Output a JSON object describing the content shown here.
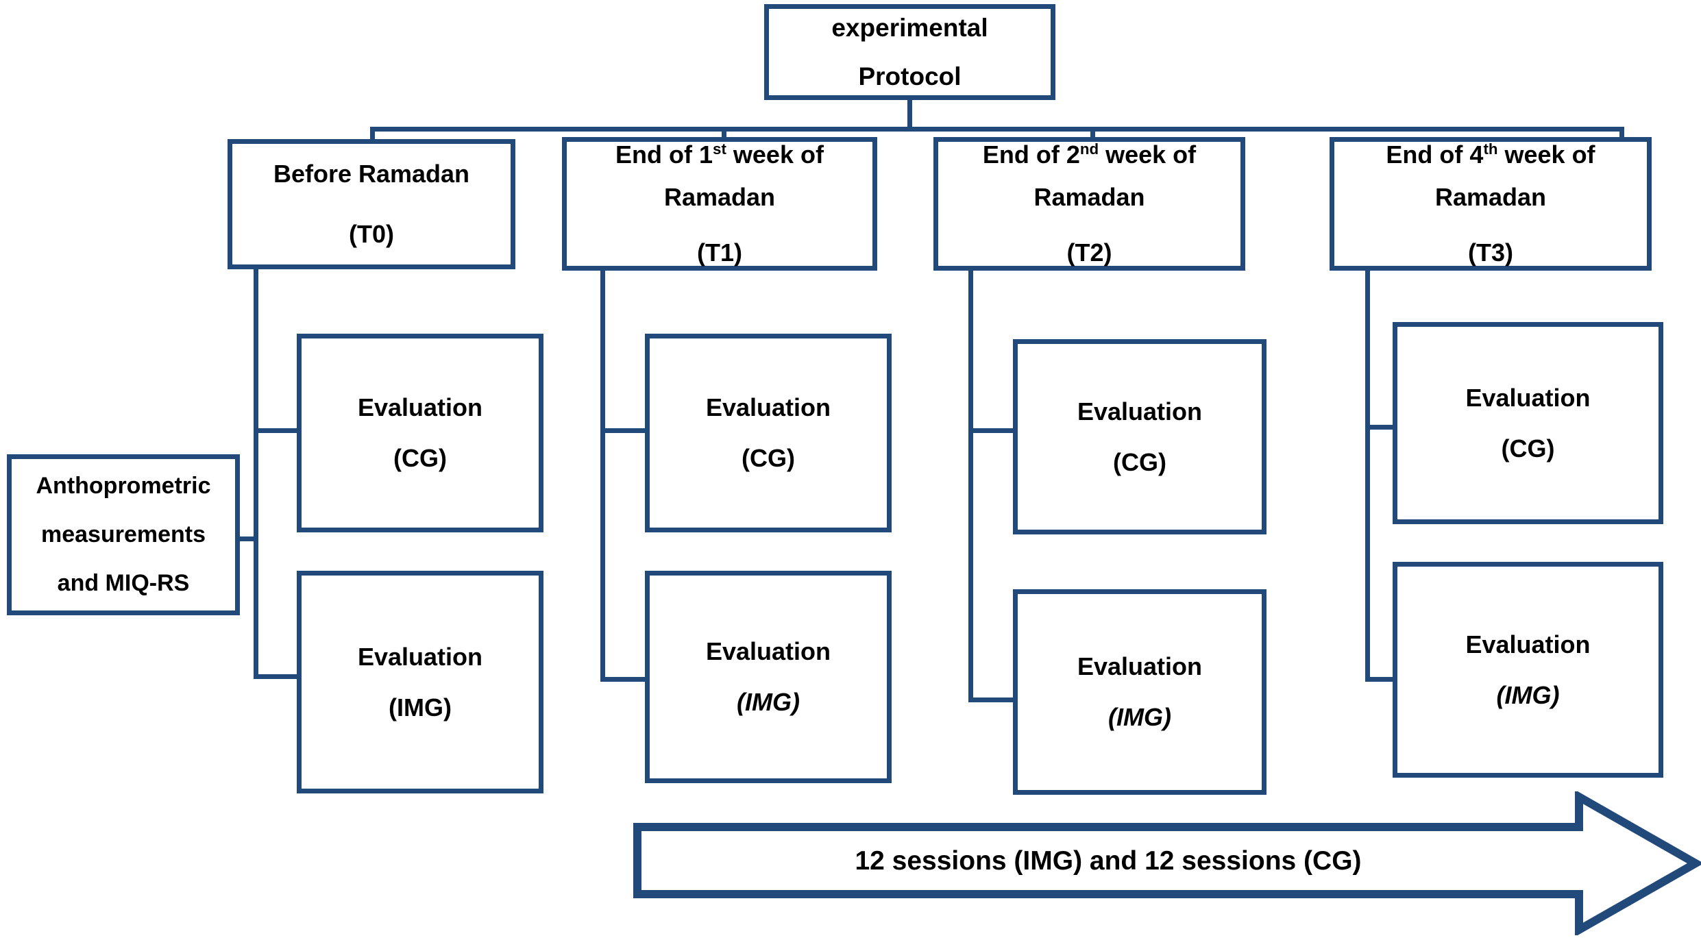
{
  "diagram": {
    "title": "experimental Protocol",
    "root": {
      "line1": "experimental",
      "line2": "Protocol"
    },
    "baseline_box": {
      "line1": "Anthoprometric",
      "line2": "measurements",
      "line3": "and MIQ-RS"
    },
    "timepoints": [
      {
        "title_prefix": "Before Ramadan",
        "ordinal": "",
        "ordinal_suffix": "",
        "title_suffix": "",
        "line2": "",
        "code": "(T0)",
        "evaluations": [
          {
            "label": "Evaluation",
            "group": "(CG)",
            "italic": false
          },
          {
            "label": "Evaluation",
            "group": "(IMG)",
            "italic": false
          }
        ]
      },
      {
        "title_prefix": "End of ",
        "ordinal": "1",
        "ordinal_suffix": "st",
        "title_suffix": " week of",
        "line2": "Ramadan",
        "code": "(T1)",
        "evaluations": [
          {
            "label": "Evaluation",
            "group": "(CG)",
            "italic": false
          },
          {
            "label": "Evaluation",
            "group": "(IMG)",
            "italic": true
          }
        ]
      },
      {
        "title_prefix": "End of ",
        "ordinal": "2",
        "ordinal_suffix": "nd",
        "title_suffix": " week of",
        "line2": "Ramadan",
        "code": "(T2)",
        "evaluations": [
          {
            "label": "Evaluation",
            "group": "(CG)",
            "italic": false
          },
          {
            "label": "Evaluation",
            "group": "(IMG)",
            "italic": true
          }
        ]
      },
      {
        "title_prefix": "End of ",
        "ordinal": "4",
        "ordinal_suffix": "th",
        "title_suffix": "  week of",
        "line2": "Ramadan",
        "code": "(T3)",
        "evaluations": [
          {
            "label": "Evaluation",
            "group": "(CG)",
            "italic": false
          },
          {
            "label": "Evaluation",
            "group": "(IMG)",
            "italic": true
          }
        ]
      }
    ],
    "arrow": {
      "label": "12 sessions (IMG) and 12 sessions (CG)",
      "direction": "right"
    },
    "colors": {
      "border": "#214A7B",
      "text": "#000000",
      "background": "#FFFFFF"
    }
  }
}
